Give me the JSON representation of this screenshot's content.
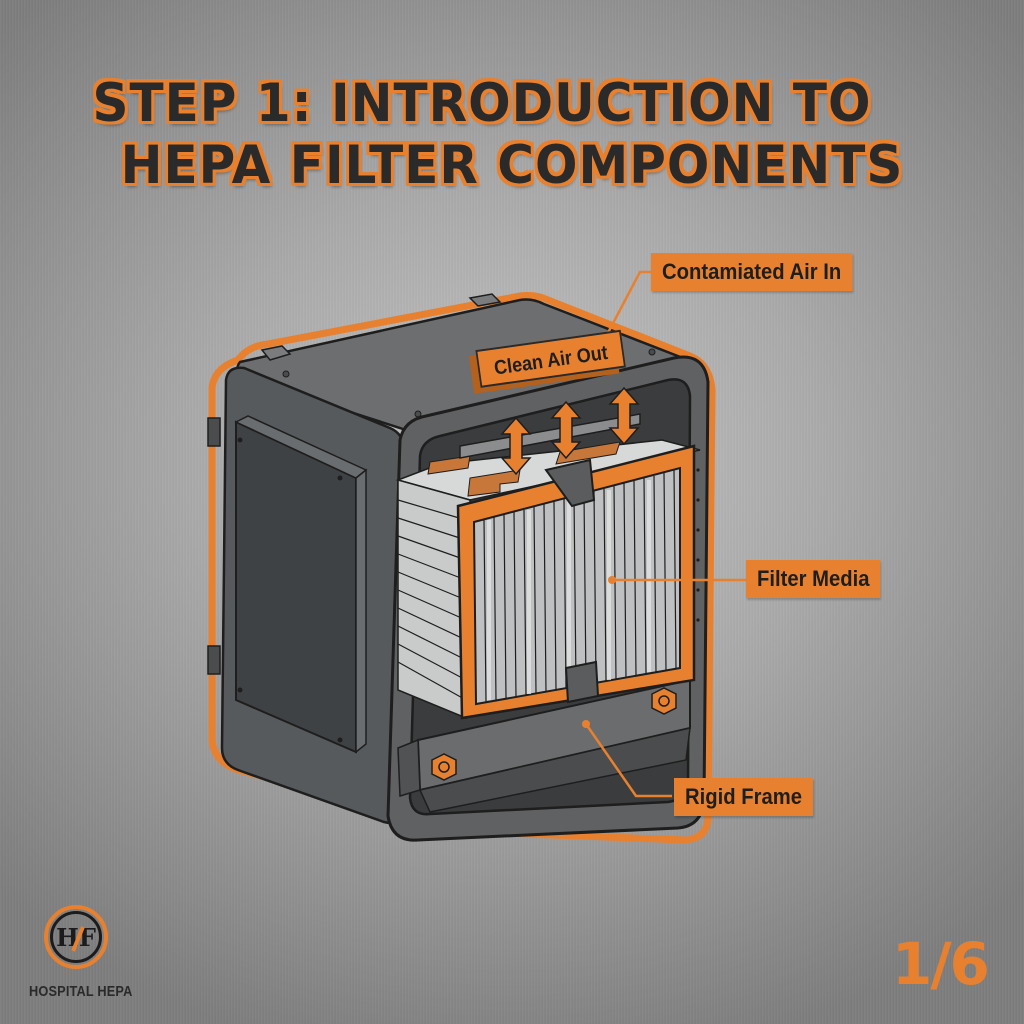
{
  "title": {
    "line1": "STEP 1: INTRODUCTION TO",
    "line2": "HEPA FILTER COMPONENTS"
  },
  "callouts": {
    "contaminated_air_in": "Contamiated Air In",
    "clean_air_out": "Clean Air Out",
    "filter_media": "Filter Media",
    "rigid_frame": "Rigid Frame"
  },
  "branding": {
    "logo_monogram": "HF",
    "brand_name": "HOSPITAL HEPA"
  },
  "pagination": {
    "current": 1,
    "total": 6,
    "label": "1/6"
  },
  "colors": {
    "accent": "#e8812f",
    "text_dark": "#2a2a2a",
    "housing": "#5f6163",
    "background": "#b0b0b0"
  }
}
